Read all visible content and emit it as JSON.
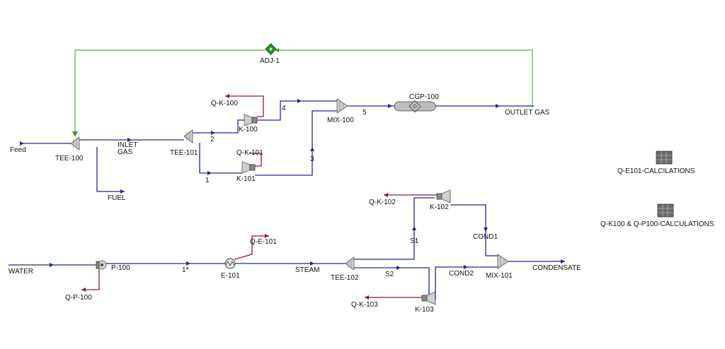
{
  "colors": {
    "material_stream": "#1f2a8c",
    "energy_stream": "#8b1a3a",
    "signal_stream": "#3a9a2a",
    "adjust_block": "#2e8b2e"
  },
  "units": {
    "adj": "ADJ-1",
    "tee100": "TEE-100",
    "tee101": "TEE-101",
    "k100": "K-100",
    "k101": "K-101",
    "mix100": "MIX-100",
    "cgp100": "CGP-100",
    "p100": "P-100",
    "e101": "E-101",
    "tee102": "TEE-102",
    "k102": "K-102",
    "k103": "K-103",
    "mix101": "MIX-101"
  },
  "streams": {
    "feed": "Feed",
    "inlet_gas_line1": "INLET",
    "inlet_gas_line2": "GAS",
    "fuel": "FUEL",
    "s1": "1",
    "s2": "2",
    "s3": "3",
    "s4": "4",
    "s5": "5",
    "outlet_gas": "OUTLET GAS",
    "water": "WATER",
    "s1star": "1*",
    "steam": "STEAM",
    "cond1": "COND1",
    "cond2": "COND2",
    "condensate": "CONDENSATE",
    "branch_s1": "S1",
    "branch_s2": "S2"
  },
  "energy": {
    "qk100": "Q-K-100",
    "qk101": "Q-K-101",
    "qp100": "Q-P-100",
    "qe101": "Q-E-101",
    "qk102": "Q-K-102",
    "qk103": "Q-K-103"
  },
  "spreadsheets": {
    "sheet1": "Q-E101-CALCILATIONS",
    "sheet2": "Q-K100 & Q-P100-CALCULATIONS"
  }
}
